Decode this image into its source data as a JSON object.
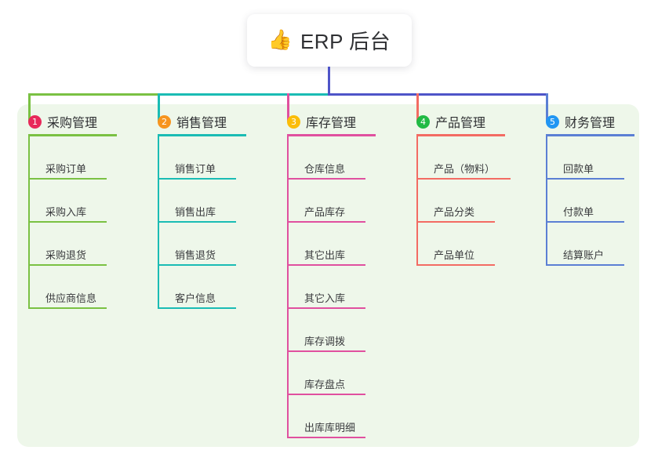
{
  "title": {
    "emoji": "👍",
    "emoji_name": "thumbs-up-icon",
    "text": "ERP 后台"
  },
  "colors": {
    "panel_bg": "#eef7ea",
    "card_bg": "#ffffff",
    "stem": "#4e54c8",
    "col1": "#7ac143",
    "col2": "#1abcb4",
    "col3": "#e0509f",
    "col4": "#f36b63",
    "col5": "#5b7fd4",
    "badge1": "#e8295a",
    "badge2": "#f7941e",
    "badge3": "#fbbd08",
    "badge4": "#21ba45",
    "badge5": "#2196f3",
    "text": "#2f3033"
  },
  "columns": [
    {
      "index": "1",
      "title": "采购管理",
      "badge_color": "#e8295a",
      "line_color": "#7ac143",
      "items": [
        {
          "label": "采购订单"
        },
        {
          "label": "采购入库"
        },
        {
          "label": "采购退货"
        },
        {
          "label": "供应商信息"
        }
      ]
    },
    {
      "index": "2",
      "title": "销售管理",
      "badge_color": "#f7941e",
      "line_color": "#1abcb4",
      "items": [
        {
          "label": "销售订单"
        },
        {
          "label": "销售出库"
        },
        {
          "label": "销售退货"
        },
        {
          "label": "客户信息"
        }
      ]
    },
    {
      "index": "3",
      "title": "库存管理",
      "badge_color": "#fbbd08",
      "line_color": "#e0509f",
      "items": [
        {
          "label": "仓库信息"
        },
        {
          "label": "产品库存"
        },
        {
          "label": "其它出库"
        },
        {
          "label": "其它入库"
        },
        {
          "label": "库存调拨"
        },
        {
          "label": "库存盘点"
        },
        {
          "label": "出库库明细"
        }
      ]
    },
    {
      "index": "4",
      "title": "产品管理",
      "badge_color": "#21ba45",
      "line_color": "#f36b63",
      "items": [
        {
          "label": "产品（物料）"
        },
        {
          "label": "产品分类"
        },
        {
          "label": "产品单位"
        }
      ]
    },
    {
      "index": "5",
      "title": "财务管理",
      "badge_color": "#2196f3",
      "line_color": "#5b7fd4",
      "items": [
        {
          "label": "回款单"
        },
        {
          "label": "付款单"
        },
        {
          "label": "结算账户"
        }
      ]
    }
  ]
}
